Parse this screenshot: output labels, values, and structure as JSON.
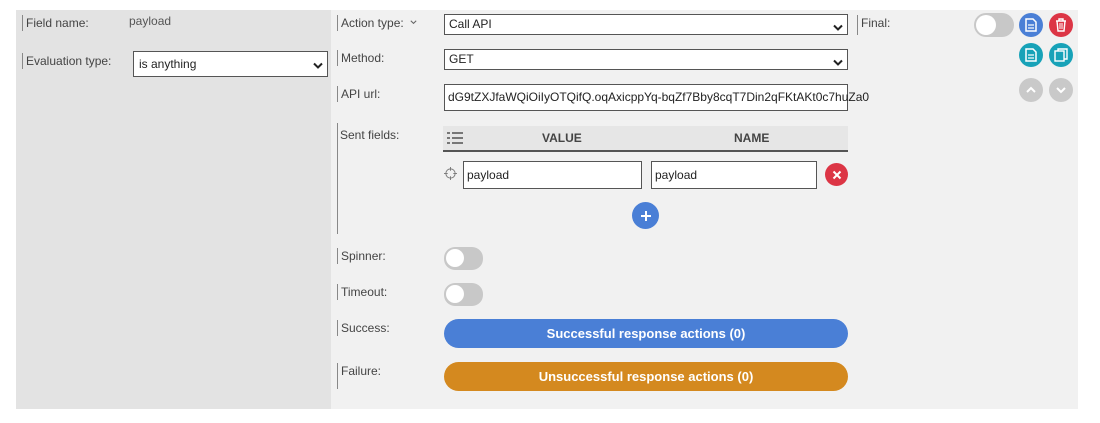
{
  "left": {
    "field_name_label": "Field name:",
    "field_name_value": "payload",
    "evaluation_type_label": "Evaluation type:",
    "evaluation_type_value": "is anything"
  },
  "middle": {
    "action_type_label": "Action type:",
    "action_type_value": "Call API",
    "method_label": "Method:",
    "method_value": "GET",
    "api_url_label": "API url:",
    "api_url_value": "dG9tZXJfaWQiOiIyOTQifQ.oqAxicppYq-bqZf7Bby8cqT7Din2qFKtAKt0c7huZa0",
    "sent_fields_label": "Sent fields:",
    "sent_fields_columns": [
      "VALUE",
      "NAME"
    ],
    "sent_fields_rows": [
      {
        "value": "payload",
        "name": "payload"
      }
    ],
    "spinner_label": "Spinner:",
    "timeout_label": "Timeout:",
    "success_label": "Success:",
    "success_button": "Successful response actions (0)",
    "failure_label": "Failure:",
    "failure_button": "Unsuccessful response actions (0)"
  },
  "right": {
    "final_label": "Final:"
  },
  "colors": {
    "primary_blue": "#4a7fd6",
    "danger_red": "#dc3545",
    "teal": "#17a2b8",
    "warning_orange": "#d4891f",
    "gray_button": "#c9c9c9"
  }
}
